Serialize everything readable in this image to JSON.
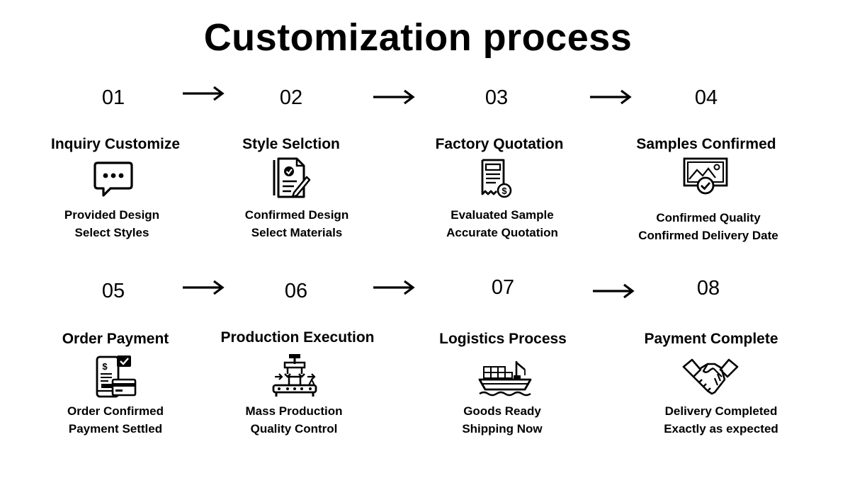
{
  "title": "Customization process",
  "steps": [
    {
      "num": "01",
      "title": "Inquiry Customize",
      "icon": "chat-bubble-icon",
      "desc": [
        "Provided Design",
        "Select Styles"
      ]
    },
    {
      "num": "02",
      "title": "Style Selction",
      "icon": "document-check-pen-icon",
      "desc": [
        "Confirmed Design",
        "Select Materials"
      ]
    },
    {
      "num": "03",
      "title": "Factory Quotation",
      "icon": "receipt-dollar-icon",
      "desc": [
        "Evaluated Sample",
        "Accurate Quotation"
      ]
    },
    {
      "num": "04",
      "title": "Samples Confirmed",
      "icon": "image-check-icon",
      "desc": [
        "Confirmed Quality",
        "Confirmed Delivery Date"
      ]
    },
    {
      "num": "05",
      "title": "Order Payment",
      "icon": "mobile-payment-icon",
      "desc": [
        "Order Confirmed",
        "Payment Settled"
      ]
    },
    {
      "num": "06",
      "title": "Production Execution",
      "icon": "factory-robot-icon",
      "desc": [
        "Mass Production",
        "Quality Control"
      ]
    },
    {
      "num": "07",
      "title": "Logistics Process",
      "icon": "cargo-ship-icon",
      "desc": [
        "Goods Ready",
        "Shipping Now"
      ]
    },
    {
      "num": "08",
      "title": "Payment Complete",
      "icon": "handshake-icon",
      "desc": [
        "Delivery Completed",
        "Exactly as expected"
      ]
    }
  ],
  "arrow_icon": "right-arrow-icon"
}
